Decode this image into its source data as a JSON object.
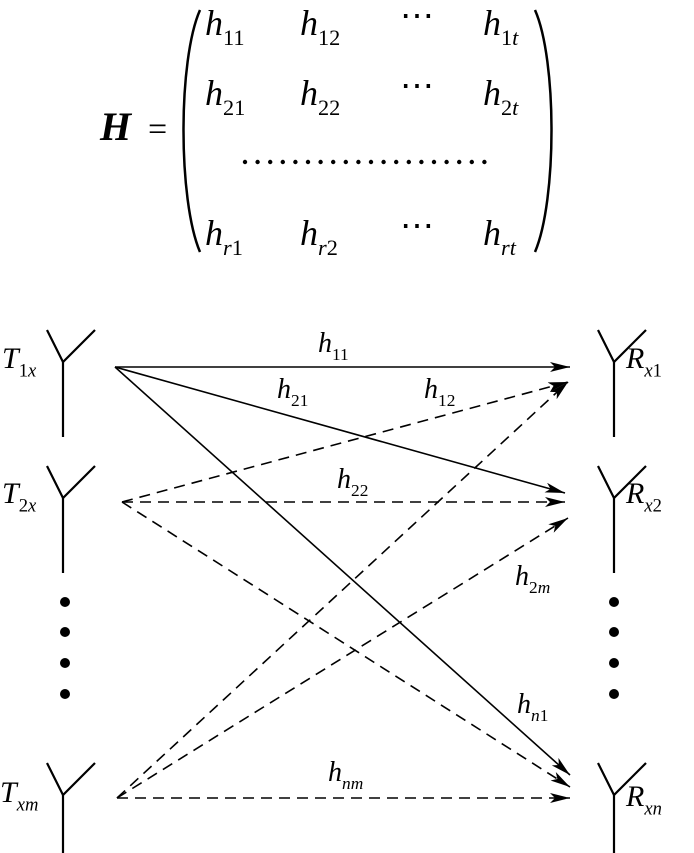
{
  "matrix": {
    "lhs": "H",
    "equals": "=",
    "rows": [
      [
        {
          "b": "h",
          "s": "11"
        },
        {
          "b": "h",
          "s": "12"
        },
        {
          "b": "⋯",
          "s": ""
        },
        {
          "b": "h",
          "s": "1t"
        }
      ],
      [
        {
          "b": "h",
          "s": "21"
        },
        {
          "b": "h",
          "s": "22"
        },
        {
          "b": "⋯",
          "s": ""
        },
        {
          "b": "h",
          "s": "2t"
        }
      ],
      [
        {
          "b": "h",
          "s": "r1"
        },
        {
          "b": "h",
          "s": "r2"
        },
        {
          "b": "⋯",
          "s": ""
        },
        {
          "b": "h",
          "s": "rt"
        }
      ]
    ]
  },
  "transmitters": [
    {
      "b": "T",
      "s": "1x"
    },
    {
      "b": "T",
      "s": "2x"
    },
    {
      "b": "T",
      "s": "xm"
    }
  ],
  "receivers": [
    {
      "b": "R",
      "s": "x1"
    },
    {
      "b": "R",
      "s": "x2"
    },
    {
      "b": "R",
      "s": "xn"
    }
  ],
  "links": [
    {
      "b": "h",
      "s": "11",
      "from": 0,
      "to": 0,
      "style": "solid"
    },
    {
      "b": "h",
      "s": "21",
      "from": 0,
      "to": 1,
      "style": "solid"
    },
    {
      "b": "h",
      "s": "n1",
      "from": 0,
      "to": 2,
      "style": "solid"
    },
    {
      "b": "h",
      "s": "12",
      "from": 1,
      "to": 0,
      "style": "dashed"
    },
    {
      "b": "h",
      "s": "22",
      "from": 1,
      "to": 1,
      "style": "dashed"
    },
    {
      "b": "",
      "s": "",
      "from": 1,
      "to": 2,
      "style": "dashed"
    },
    {
      "b": "",
      "s": "",
      "from": 2,
      "to": 0,
      "style": "dashed"
    },
    {
      "b": "h",
      "s": "2m",
      "from": 2,
      "to": 1,
      "style": "dashed"
    },
    {
      "b": "h",
      "s": "nm",
      "from": 2,
      "to": 2,
      "style": "dashed"
    }
  ]
}
